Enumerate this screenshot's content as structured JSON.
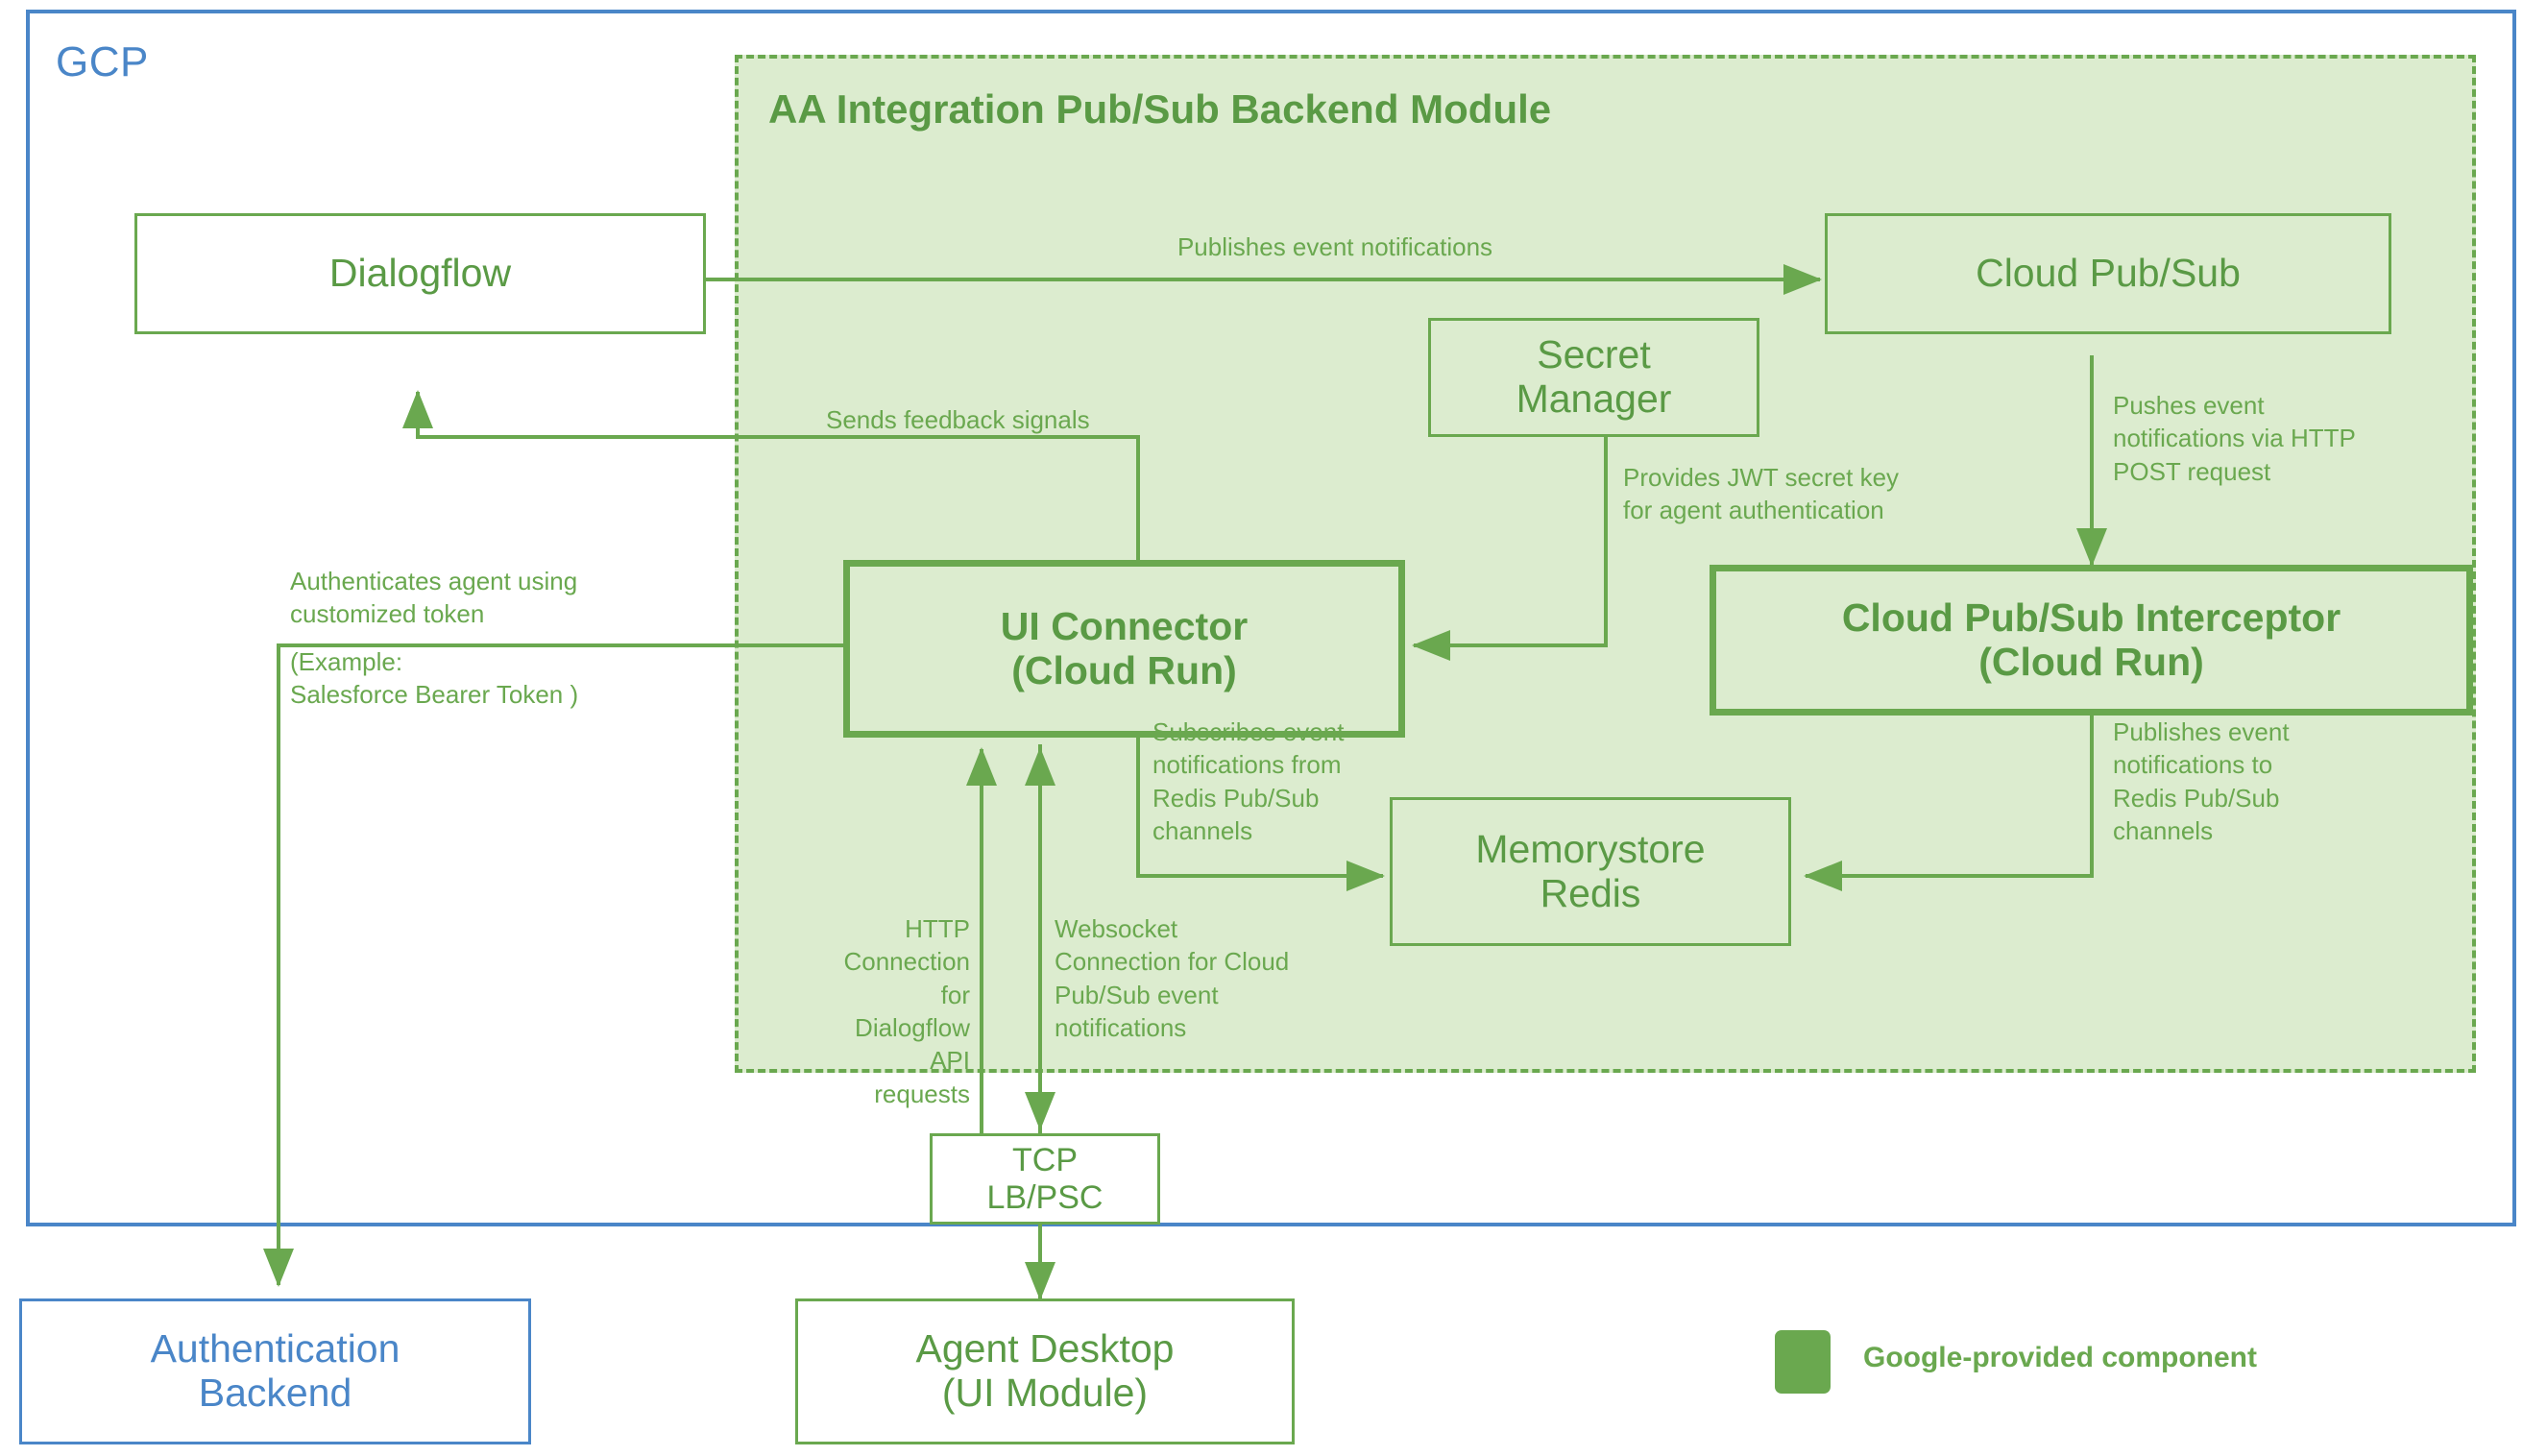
{
  "diagram": {
    "title": "AA Integration Pub/Sub Backend Module",
    "outer_zone_label": "GCP",
    "colors": {
      "gcp_blue": "#4a86c8",
      "google_green": "#6aa84f",
      "module_fill": "#dceccf",
      "text_green": "#5a9a45"
    }
  },
  "nodes": {
    "dialogflow": "Dialogflow",
    "cloud_pubsub": "Cloud Pub/Sub",
    "secret_manager_line1": "Secret",
    "secret_manager_line2": "Manager",
    "ui_connector_line1": "UI Connector",
    "ui_connector_line2": "(Cloud Run)",
    "interceptor_line1": "Cloud Pub/Sub Interceptor",
    "interceptor_line2": "(Cloud Run)",
    "memorystore_line1": "Memorystore",
    "memorystore_line2": "Redis",
    "tcp_lb_line1": "TCP",
    "tcp_lb_line2": "LB/PSC",
    "agent_desktop_line1": "Agent Desktop",
    "agent_desktop_line2": "(UI Module)",
    "auth_backend_line1": "Authentication",
    "auth_backend_line2": "Backend"
  },
  "edge_labels": {
    "publishes_event_notifications": "Publishes event notifications",
    "sends_feedback_signals": "Sends feedback signals",
    "pushes_event_http_post": "Pushes event\nnotifications via HTTP\nPOST request",
    "provides_jwt_secret": "Provides JWT secret key\nfor agent authentication",
    "authenticates_agent": "Authenticates agent using\ncustomized token",
    "authenticates_agent_example": "(Example:\nSalesforce Bearer Token )",
    "subscribes_redis": "Subscribes event\nnotifications from\nRedis Pub/Sub\nchannels",
    "publishes_redis": "Publishes event\nnotifications to\nRedis Pub/Sub\nchannels",
    "http_dialogflow": "HTTP\nConnection for\nDialogflow API\nrequests",
    "websocket_pubsub": "Websocket\nConnection for Cloud\nPub/Sub event\nnotifications"
  },
  "legend": {
    "label": "Google-provided component",
    "swatch_color": "#6aa84f"
  }
}
